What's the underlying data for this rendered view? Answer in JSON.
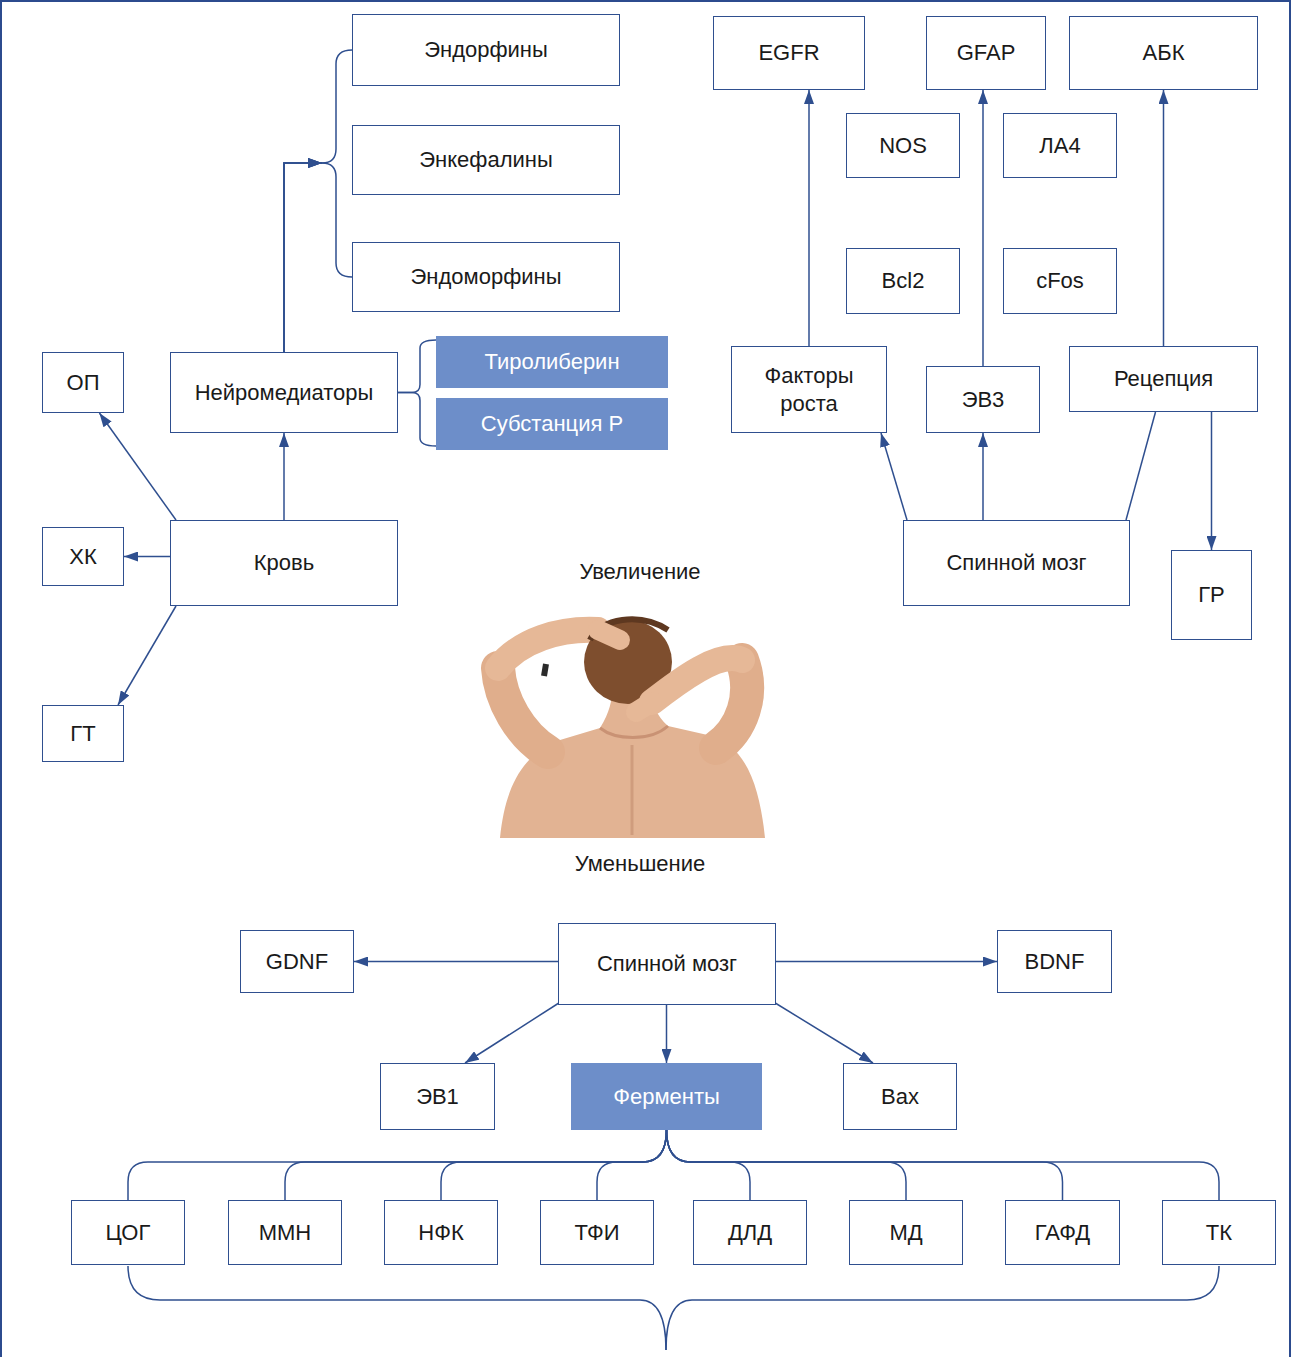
{
  "diagram": {
    "nodes": [
      {
        "text": [
          "Эндорфины"
        ]
      },
      {
        "text": [
          "Энкефалины"
        ]
      },
      {
        "text": [
          "Эндоморфины"
        ]
      },
      {
        "text": [
          "EGFR"
        ]
      },
      {
        "text": [
          "GFAP"
        ]
      },
      {
        "text": [
          "АБК"
        ]
      },
      {
        "text": [
          "NOS"
        ]
      },
      {
        "text": [
          "ЛА4"
        ]
      },
      {
        "text": [
          "Bcl2"
        ]
      },
      {
        "text": [
          "cFos"
        ]
      },
      {
        "text": [
          "ОП"
        ]
      },
      {
        "text": [
          "Нейромедиаторы"
        ]
      },
      {
        "text": [
          "Тиролиберин"
        ]
      },
      {
        "text": [
          "Субстанция P"
        ]
      },
      {
        "text": [
          "Факторы роста"
        ]
      },
      {
        "text": [
          "ЭВ3"
        ]
      },
      {
        "text": [
          "Рецепция"
        ]
      },
      {
        "text": [
          "ХК"
        ]
      },
      {
        "text": [
          "Кровь"
        ]
      },
      {
        "text": [
          "Спинной мозг"
        ]
      },
      {
        "text": [
          "ГР"
        ]
      },
      {
        "text": [
          "ГТ"
        ]
      },
      {
        "text": [
          "GDNF"
        ]
      },
      {
        "text": [
          "Спинной мозг"
        ]
      },
      {
        "text": [
          "BDNF"
        ]
      },
      {
        "text": [
          "ЭВ1"
        ]
      },
      {
        "text": [
          "Ферменты"
        ]
      },
      {
        "text": [
          "Bax"
        ]
      },
      {
        "text": [
          "ЦОГ"
        ]
      },
      {
        "text": [
          "ММН"
        ]
      },
      {
        "text": [
          "НФК"
        ]
      },
      {
        "text": [
          "ТФИ"
        ]
      },
      {
        "text": [
          "ДЛД"
        ]
      },
      {
        "text": [
          "МД"
        ]
      },
      {
        "text": [
          "ГАФД"
        ]
      },
      {
        "text": [
          "ТК"
        ]
      }
    ],
    "edges": [
      {
        "from": 18,
        "to": 10,
        "arrow": "to"
      },
      {
        "from": 18,
        "to": 17,
        "arrow": "to"
      },
      {
        "from": 18,
        "to": 21,
        "arrow": "to"
      },
      {
        "from": 18,
        "to": 11,
        "arrow": "to"
      },
      {
        "from": 11,
        "to": 0,
        "arrow": "to"
      },
      {
        "from": 11,
        "to": 1,
        "arrow": "to"
      },
      {
        "from": 11,
        "to": 2,
        "arrow": "to"
      },
      {
        "from": 11,
        "to": 12,
        "arrow": "none"
      },
      {
        "from": 11,
        "to": 13,
        "arrow": "none"
      },
      {
        "from": 19,
        "to": 14,
        "arrow": "to"
      },
      {
        "from": 19,
        "to": 15,
        "arrow": "to"
      },
      {
        "from": 19,
        "to": 16,
        "arrow": "none"
      },
      {
        "from": 14,
        "to": 3,
        "arrow": "to"
      },
      {
        "from": 15,
        "to": 4,
        "arrow": "to"
      },
      {
        "from": 16,
        "to": 5,
        "arrow": "to"
      },
      {
        "from": 16,
        "to": 20,
        "arrow": "to"
      },
      {
        "from": 23,
        "to": 22,
        "arrow": "to"
      },
      {
        "from": 23,
        "to": 25,
        "arrow": "to"
      },
      {
        "from": 23,
        "to": 26,
        "arrow": "to"
      },
      {
        "from": 23,
        "to": 27,
        "arrow": "to"
      },
      {
        "from": 23,
        "to": 24,
        "arrow": "to"
      },
      {
        "from": 26,
        "to": 28,
        "arrow": "none"
      },
      {
        "from": 26,
        "to": 29,
        "arrow": "none"
      },
      {
        "from": 26,
        "to": 30,
        "arrow": "none"
      },
      {
        "from": 26,
        "to": 31,
        "arrow": "none"
      },
      {
        "from": 26,
        "to": 32,
        "arrow": "none"
      },
      {
        "from": 26,
        "to": 33,
        "arrow": "none"
      },
      {
        "from": 26,
        "to": 34,
        "arrow": "none"
      },
      {
        "from": 26,
        "to": 35,
        "arrow": "none"
      }
    ],
    "labels": [
      "Увеличение",
      "Уменьшение"
    ]
  }
}
